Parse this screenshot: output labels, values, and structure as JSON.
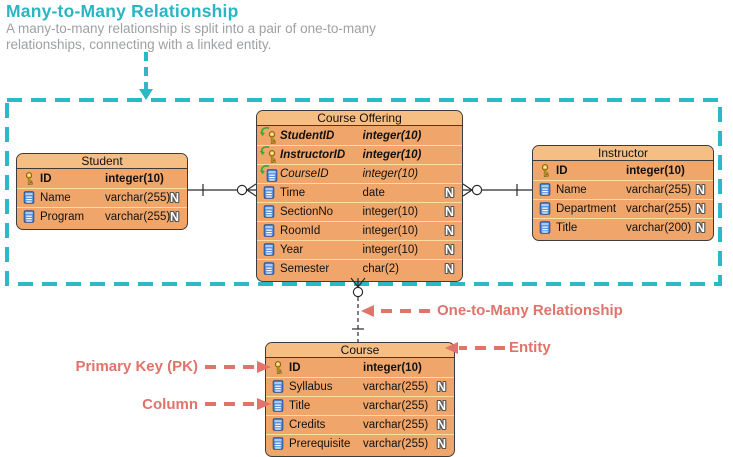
{
  "header": {
    "title": "Many-to-Many Relationship",
    "description_line1": "A many-to-many relationship is split into a pair of one-to-many",
    "description_line2": "relationships, connecting with a linked entity."
  },
  "annotations": {
    "one_to_many_label": "One-to-Many Relationship",
    "entity_label": "Entity",
    "primary_key_label": "Primary Key (PK)",
    "column_label": "Column"
  },
  "icons": {
    "nullable": "N"
  },
  "colors": {
    "teal": "#2CB8C4",
    "salmon": "#E0736A",
    "entity_header_bg": "#F6BE83",
    "entity_body_bg": "#F0A66A",
    "entity_row_divider": "#F9DFA4",
    "pk_key_gold": "#F2C94C",
    "column_icon_blue": "#5B8FD6",
    "fk_arrow_green": "#3FA33F"
  },
  "tables": {
    "student": {
      "title": "Student",
      "rows": [
        {
          "name": "ID",
          "type": "integer(10)",
          "icon": "primary-key",
          "nullable": false
        },
        {
          "name": "Name",
          "type": "varchar(255)",
          "icon": "column",
          "nullable": true
        },
        {
          "name": "Program",
          "type": "varchar(255)",
          "icon": "column",
          "nullable": true
        }
      ]
    },
    "course_offering": {
      "title": "Course Offering",
      "rows": [
        {
          "name": "StudentID",
          "type": "integer(10)",
          "icon": "primary-foreign-key",
          "nullable": false
        },
        {
          "name": "InstructorID",
          "type": "integer(10)",
          "icon": "primary-foreign-key",
          "nullable": false
        },
        {
          "name": "CourseID",
          "type": "integer(10)",
          "icon": "foreign-key",
          "nullable": false
        },
        {
          "name": "Time",
          "type": "date",
          "icon": "column",
          "nullable": true
        },
        {
          "name": "SectionNo",
          "type": "integer(10)",
          "icon": "column",
          "nullable": true
        },
        {
          "name": "RoomId",
          "type": "integer(10)",
          "icon": "column",
          "nullable": true
        },
        {
          "name": "Year",
          "type": "integer(10)",
          "icon": "column",
          "nullable": true
        },
        {
          "name": "Semester",
          "type": "char(2)",
          "icon": "column",
          "nullable": true
        }
      ]
    },
    "instructor": {
      "title": "Instructor",
      "rows": [
        {
          "name": "ID",
          "type": "integer(10)",
          "icon": "primary-key",
          "nullable": false
        },
        {
          "name": "Name",
          "type": "varchar(255)",
          "icon": "column",
          "nullable": true
        },
        {
          "name": "Department",
          "type": "varchar(255)",
          "icon": "column",
          "nullable": true
        },
        {
          "name": "Title",
          "type": "varchar(200)",
          "icon": "column",
          "nullable": true
        }
      ]
    },
    "course": {
      "title": "Course",
      "rows": [
        {
          "name": "ID",
          "type": "integer(10)",
          "icon": "primary-key",
          "nullable": false
        },
        {
          "name": "Syllabus",
          "type": "varchar(255)",
          "icon": "column",
          "nullable": true
        },
        {
          "name": "Title",
          "type": "varchar(255)",
          "icon": "column",
          "nullable": true
        },
        {
          "name": "Credits",
          "type": "varchar(255)",
          "icon": "column",
          "nullable": true
        },
        {
          "name": "Prerequisite",
          "type": "varchar(255)",
          "icon": "column",
          "nullable": true
        }
      ]
    }
  },
  "relationships": [
    {
      "from": "Student",
      "to": "Course Offering",
      "from_cardinality": "one",
      "to_cardinality": "zero-or-many",
      "style": "solid"
    },
    {
      "from": "Instructor",
      "to": "Course Offering",
      "from_cardinality": "one",
      "to_cardinality": "zero-or-many",
      "style": "solid"
    },
    {
      "from": "Course",
      "to": "Course Offering",
      "from_cardinality": "one",
      "to_cardinality": "zero-or-many",
      "style": "dashed"
    }
  ]
}
